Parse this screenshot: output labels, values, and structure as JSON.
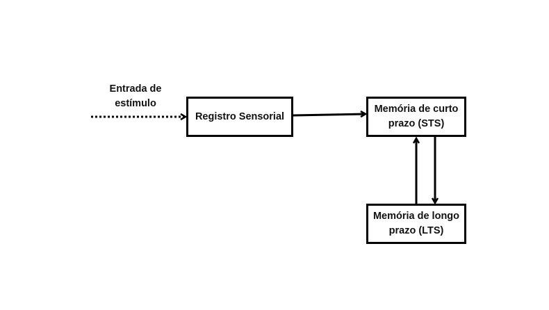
{
  "diagram": {
    "input_label": {
      "line1": "Entrada de",
      "line2": "estímulo"
    },
    "nodes": {
      "sensory": {
        "label": "Registro Sensorial"
      },
      "sts": {
        "line1": "Memória de curto",
        "line2": "prazo (STS)"
      },
      "lts": {
        "line1": "Memória de longo",
        "line2": "prazo (LTS)"
      }
    },
    "edges": [
      {
        "from": "input",
        "to": "sensory",
        "style": "dotted"
      },
      {
        "from": "sensory",
        "to": "sts",
        "style": "solid"
      },
      {
        "from": "sts",
        "to": "lts",
        "style": "solid"
      },
      {
        "from": "lts",
        "to": "sts",
        "style": "solid"
      }
    ]
  }
}
